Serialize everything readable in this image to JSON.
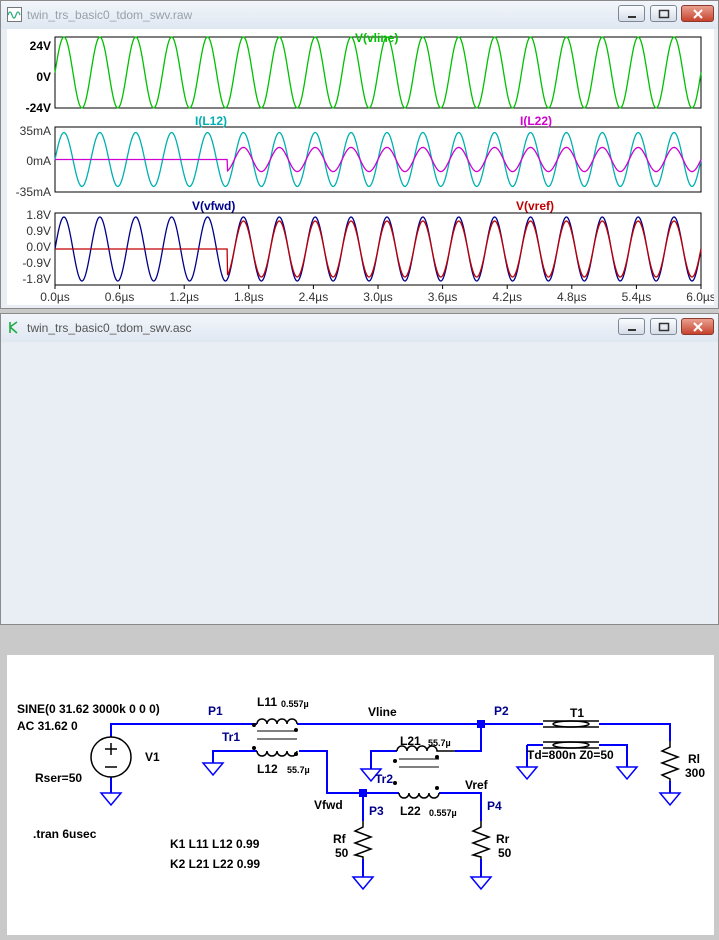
{
  "waveform_window": {
    "title": "twin_trs_basic0_tdom_swv.raw",
    "icon": "waveform-icon"
  },
  "schematic_window": {
    "title": "twin_trs_basic0_tdom_swv.asc",
    "icon": "schematic-icon"
  },
  "window_controls": {
    "minimize": "minimize-icon",
    "maximize": "maximize-icon",
    "close": "close-icon"
  },
  "colors": {
    "vline": "#00c000",
    "il12": "#00b0b0",
    "il22": "#d000d0",
    "vfwd": "#00008b",
    "vref": "#c00000",
    "wire": "#0000ff",
    "label": "#00008b"
  },
  "chart_data": [
    {
      "type": "line",
      "x": "time",
      "xlim": [
        "0.0µs",
        "6.0µs"
      ],
      "ylim": [
        -24,
        24
      ],
      "yticks": [
        "24V",
        "0V",
        "-24V"
      ],
      "series": [
        {
          "name": "V(vline)",
          "amplitude": 24,
          "frequency_mhz": 3.0,
          "phase_deg": 0
        }
      ]
    },
    {
      "type": "line",
      "x": "time",
      "xlim": [
        "0.0µs",
        "6.0µs"
      ],
      "ylim": [
        -35,
        35
      ],
      "yticks": [
        "35mA",
        "0mA",
        "-35mA"
      ],
      "series": [
        {
          "name": "I(L12)",
          "amplitude": 29,
          "frequency_mhz": 3.0,
          "phase_deg": 0
        },
        {
          "name": "I(L22)",
          "amplitude": 13,
          "frequency_mhz": 3.0,
          "start_us": 1.6,
          "initial": 0
        }
      ]
    },
    {
      "type": "line",
      "x": "time",
      "xlim": [
        "0.0µs",
        "6.0µs"
      ],
      "ylim": [
        -1.8,
        1.8
      ],
      "yticks": [
        "1.8V",
        "0.9V",
        "0.0V",
        "-0.9V",
        "-1.8V"
      ],
      "xticks": [
        "0.0µs",
        "0.6µs",
        "1.2µs",
        "1.8µs",
        "2.4µs",
        "3.0µs",
        "3.6µs",
        "4.2µs",
        "4.8µs",
        "5.4µs",
        "6.0µs"
      ],
      "series": [
        {
          "name": "V(vfwd)",
          "amplitude": 1.6,
          "frequency_mhz": 3.0,
          "phase_deg": 0
        },
        {
          "name": "V(vref)",
          "amplitude": 1.4,
          "frequency_mhz": 3.0,
          "start_us": 1.6,
          "initial": 0
        }
      ]
    }
  ],
  "schematic": {
    "source_text": "SINE(0 31.62 3000k 0 0 0)",
    "ac_text": "AC 31.62 0",
    "v1": "V1",
    "rser": "Rser=50",
    "tran": ".tran 6usec",
    "k1": "K1 L11 L12 0.99",
    "k2": "K2 L21 L22 0.99",
    "p1": "P1",
    "p2": "P2",
    "p3": "P3",
    "p4": "P4",
    "l11": "L11",
    "l11_val": "0.557µ",
    "l12": "L12",
    "l12_val": "55.7µ",
    "l21": "L21",
    "l21_val": "55.7µ",
    "l22": "L22",
    "l22_val": "0.557µ",
    "tr1": "Tr1",
    "tr2": "Tr2",
    "vline": "Vline",
    "vfwd": "Vfwd",
    "vref": "Vref",
    "t1": "T1",
    "t1_params": "Td=800n Z0=50",
    "rl": "Rl",
    "rl_val": "300",
    "rf": "Rf",
    "rf_val": "50",
    "rr": "Rr",
    "rr_val": "50"
  }
}
